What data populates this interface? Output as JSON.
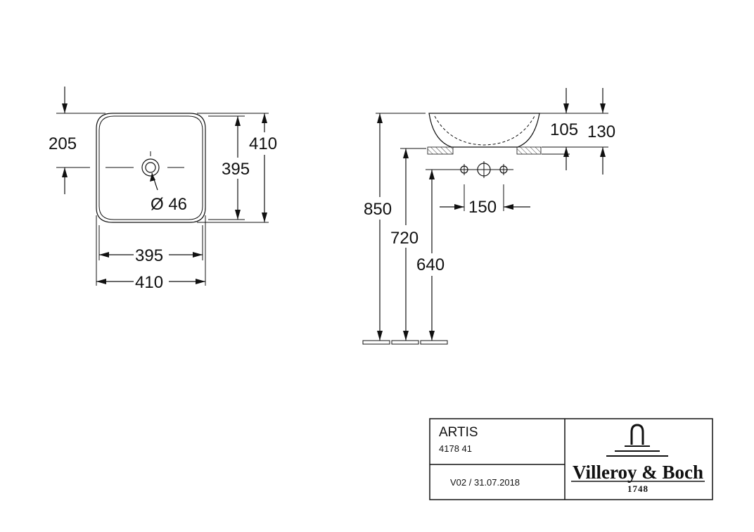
{
  "top_view": {
    "dim_left_offset": "205",
    "dim_inner_height": "395",
    "dim_outer_height": "410",
    "dim_hole": "Ø 46",
    "dim_inner_width": "395",
    "dim_outer_width": "410"
  },
  "side_view": {
    "dim_105": "105",
    "dim_130": "130",
    "dim_850": "850",
    "dim_720": "720",
    "dim_640": "640",
    "dim_150": "150"
  },
  "title_block": {
    "model": "ARTIS",
    "article_no": "4178 41",
    "version": "V02 / 31.07.2018",
    "brand": "Villeroy & Boch",
    "year": "1748"
  }
}
